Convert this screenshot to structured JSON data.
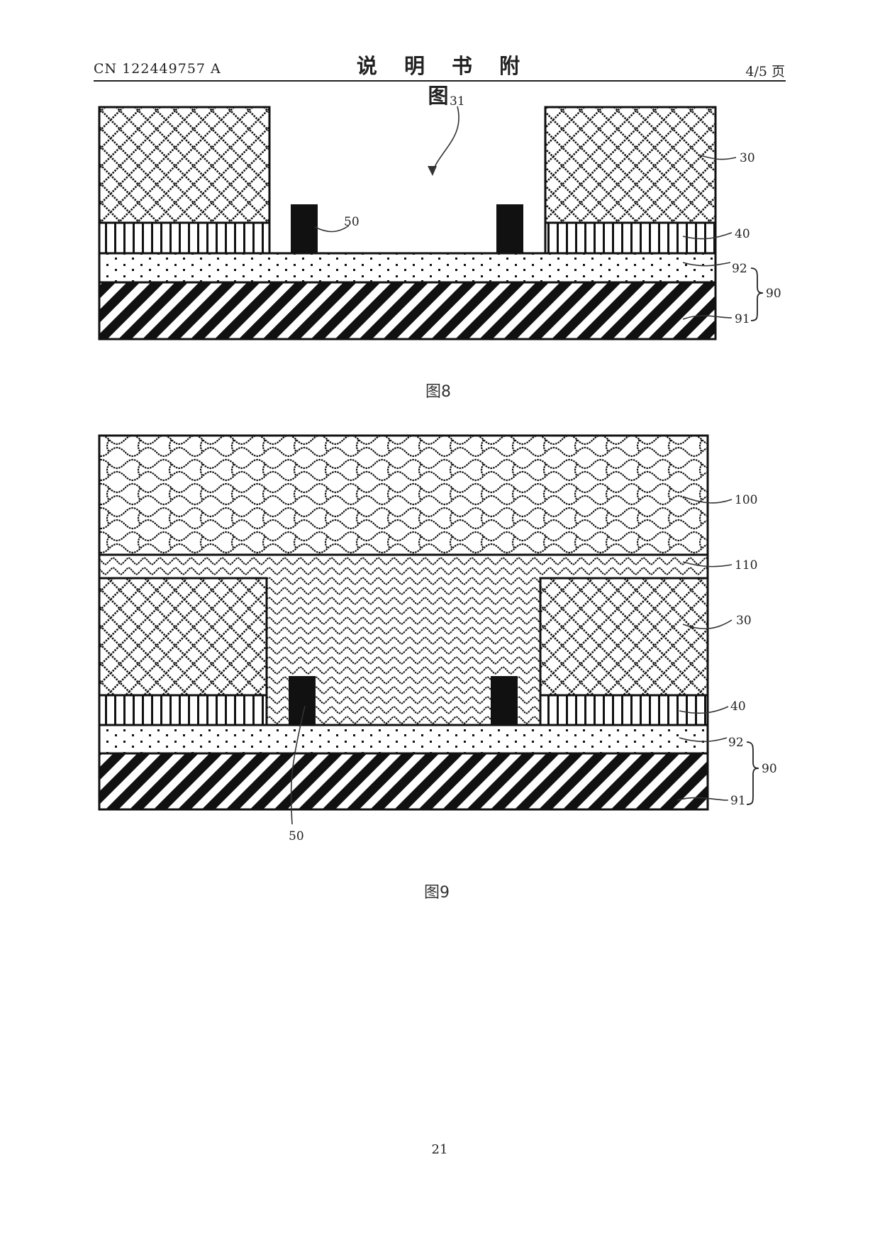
{
  "header": {
    "patent_number": "CN 122449757 A",
    "section_title": "说 明 书 附 图",
    "page_indicator": "4/5 页"
  },
  "figure8": {
    "caption": "图8",
    "labels": {
      "l31": "31",
      "l30": "30",
      "l50": "50",
      "l40": "40",
      "l92": "92",
      "l90": "90",
      "l91": "91"
    }
  },
  "figure9": {
    "caption": "图9",
    "labels": {
      "l100": "100",
      "l110": "110",
      "l30": "30",
      "l40": "40",
      "l92": "92",
      "l90": "90",
      "l91": "91",
      "l50": "50"
    }
  },
  "footer": {
    "page_number": "21"
  }
}
